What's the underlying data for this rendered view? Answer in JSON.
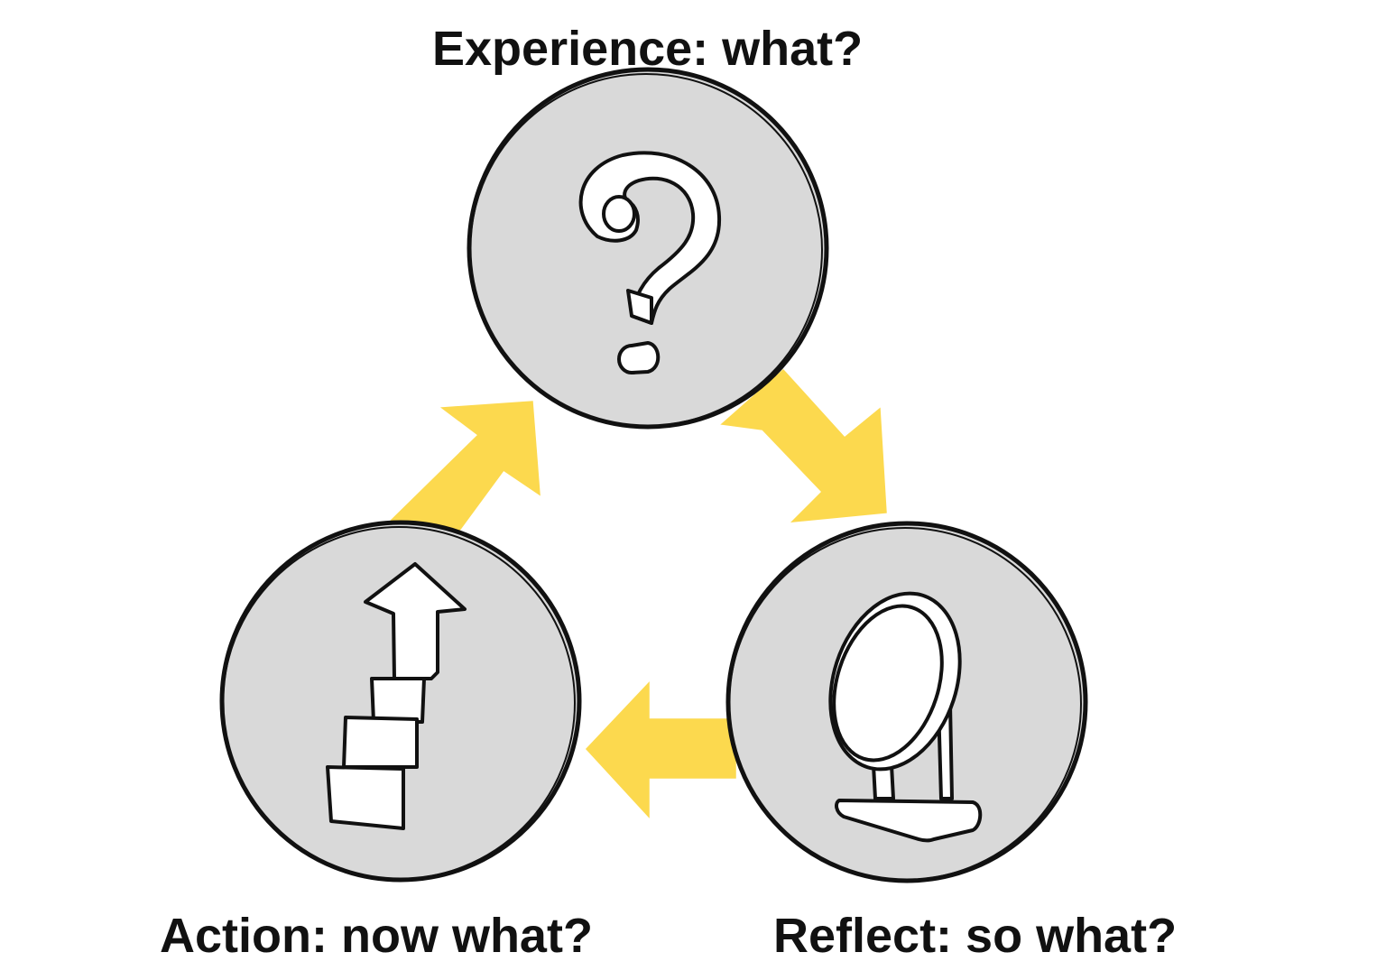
{
  "nodes": {
    "experience": {
      "label": "Experience: what?",
      "icon": "question-mark-icon"
    },
    "reflect": {
      "label": "Reflect: so what?",
      "icon": "mirror-icon"
    },
    "action": {
      "label": "Action: now what?",
      "icon": "stairs-arrow-icon"
    }
  },
  "cycle": [
    "experience",
    "reflect",
    "action"
  ],
  "colors": {
    "circle_fill": "#d9d9d9",
    "outline": "#111111",
    "arrow_fill": "#fcd94e",
    "icon_fill": "#ffffff"
  }
}
